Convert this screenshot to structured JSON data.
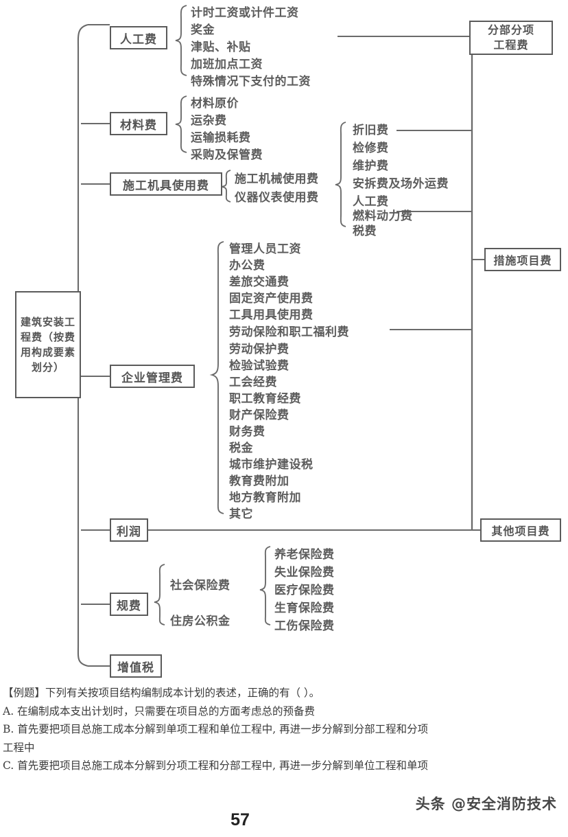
{
  "page": {
    "page_number": "57",
    "watermark": "头条 @安全消防技术"
  },
  "diagram": {
    "root": "建筑安装工程费（按费用构成要素划分）",
    "categories": [
      {
        "label": "人工费"
      },
      {
        "label": "材料费"
      },
      {
        "label": "施工机具使用费"
      },
      {
        "label": "企业管理费"
      },
      {
        "label": "利润"
      },
      {
        "label": "规费"
      },
      {
        "label": "增值税"
      }
    ],
    "labor_items": [
      "计时工资或计件工资",
      "奖金",
      "津贴、补贴",
      "加班加点工资",
      "特殊情况下支付的工资"
    ],
    "material_items": [
      "材料原价",
      "运杂费",
      "运输损耗费",
      "采购及保管费"
    ],
    "machinery_mid": [
      "施工机械使用费",
      "仪器仪表使用费"
    ],
    "machinery_items": [
      "折旧费",
      "检修费",
      "维护费",
      "安拆费及场外运费",
      "人工费",
      "燃料动力费",
      "税费"
    ],
    "management_items": [
      "管理人员工资",
      "办公费",
      "差旅交通费",
      "固定资产使用费",
      "工具用具使用费",
      "劳动保险和职工福利费",
      "劳动保护费",
      "检验试验费",
      "工会经费",
      "职工教育经费",
      "财产保险费",
      "财务费",
      "税金",
      "城市维护建设税",
      "教育费附加",
      "地方教育附加",
      "其它"
    ],
    "fee_mid": [
      "社会保险费",
      "住房公积金"
    ],
    "insurance_items": [
      "养老保险费",
      "失业保险费",
      "医疗保险费",
      "生育保险费",
      "工伤保险费"
    ],
    "right_nodes": [
      {
        "label": "分部分项\n工程费"
      },
      {
        "label": "措施项目费"
      },
      {
        "label": "其他项目费"
      }
    ],
    "right_node_0_line1": "分部分项",
    "right_node_0_line2": "工程费",
    "right_node_1": "措施项目费",
    "right_node_2": "其他项目费",
    "colors": {
      "line": "#6a6a6a",
      "text": "#5c5c5c",
      "border": "#5a5a5a"
    }
  },
  "question": {
    "lines": [
      "【例题】下列有关按项目结构编制成本计划的表述，正确的有（    ）。",
      "A. 在编制成本支出计划时，只需要在项目总的方面考虑总的预备费",
      "B. 首先要把项目总施工成本分解到单项工程和单位工程中, 再进一步分解到分部工程和分项",
      "工程中",
      "C. 首先要把项目总施工成本分解到分项工程和分部工程中, 再进一步分解到单位工程和单项"
    ]
  }
}
